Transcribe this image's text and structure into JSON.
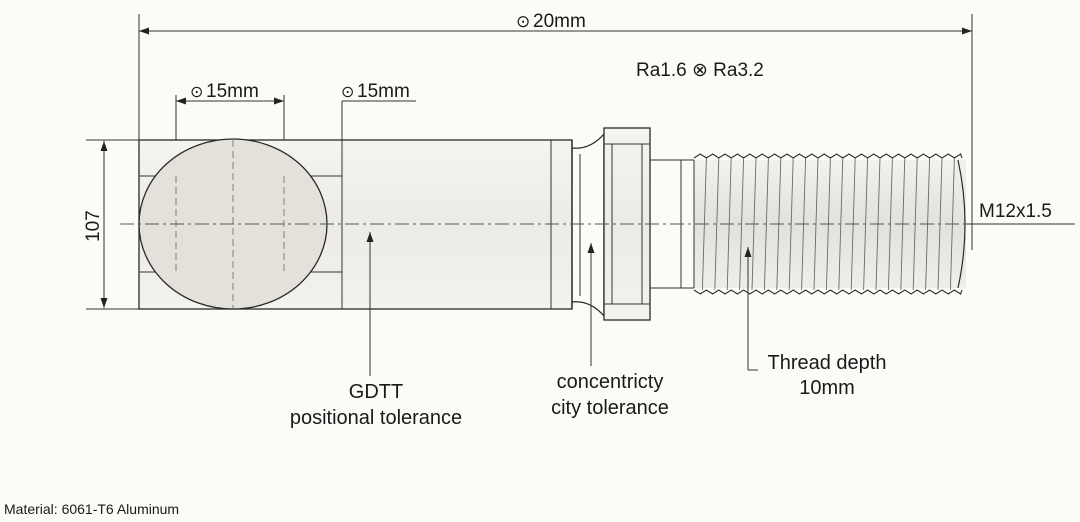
{
  "drawing": {
    "overall_length": "20mm",
    "hole_spacing": "15mm",
    "hole_offset": "15mm",
    "surface_finish": "Ra1.6 ⊗ Ra3.2",
    "height": "107",
    "thread_spec": "M12x1.5",
    "gdtt_line1": "GDTT",
    "gdtt_line2": "positional tolerance",
    "conc_line1": "concentricty",
    "conc_line2": "city tolerance",
    "thread_line1": "Thread depth",
    "thread_line2": "10mm",
    "material": "Material: 6061-T6 Aluminum"
  },
  "symbols": {
    "position_symbol": "⊙",
    "dimension_symbol": "⊙"
  },
  "colors": {
    "line": "#2a2a2a",
    "background": "#fbfbf8",
    "ellipse_fill": "#e4e1da",
    "body_fill": "#efede8"
  }
}
